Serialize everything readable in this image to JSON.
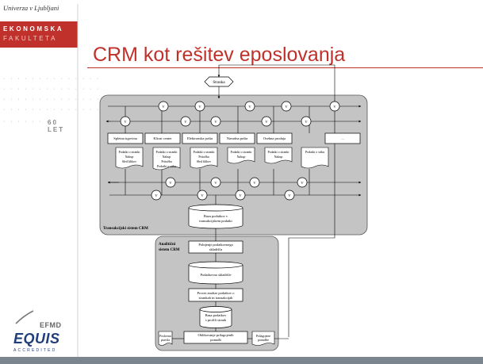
{
  "slide": {
    "title": "CRM kot rešitev eposlovanja"
  },
  "sidebar": {
    "university": "Univerza v Ljubljani",
    "faculty_line1": "EKONOMSKA",
    "faculty_line2": "FAKULTETA",
    "years": "60 LET",
    "efmd": "EFMD",
    "equis": "EQUIS",
    "accredited": "ACCREDITED"
  },
  "diagram": {
    "customer": "Stranka",
    "v_label": "V",
    "channels": [
      "Spletna trgovina",
      "Klicni center",
      "Elektronska pošta",
      "Navadna pošta",
      "Osebna prodaja",
      "..."
    ],
    "channel_docs": [
      [
        "Podatki o stranki",
        "Nakup",
        "Sled klikov"
      ],
      [
        "Podatki o stranki",
        "Nakup",
        "Pritožba",
        "Podatki o stiku"
      ],
      [
        "Podatki o stranki",
        "Pritožba",
        "Sled klikov"
      ],
      [
        "Podatki o stranki",
        "Nakup"
      ],
      [
        "Podatki o stranki",
        "Nakup"
      ],
      [
        "Podatki o stiku"
      ]
    ],
    "transaction_db": [
      "Baza podatkov v",
      "transakcijskem podatki"
    ],
    "transaction_label": "Transakcijski sistem CRM",
    "analytic_label": [
      "Analitični",
      "sistem CRM"
    ],
    "fill_warehouse": [
      "Polnjenje podatkovnega",
      "skladišča"
    ],
    "warehouse": "Podatkovno skladišče",
    "analysis": [
      "Proces analize podatkov o",
      "strankah in transakcijah"
    ],
    "profile_db": [
      "Baza podatkov",
      "s profili strank"
    ],
    "business_rules": [
      "Poslovna",
      "pravila"
    ],
    "shaping_offers": [
      "Oblikovanje prilagojenih",
      "ponudb"
    ],
    "custom_offers": [
      "Prilagojene",
      "ponudbe"
    ]
  },
  "colors": {
    "accent": "#c0312b",
    "panel": "#c4c4c4",
    "brand_blue": "#1f3f7a",
    "footer": "#7a8590"
  }
}
